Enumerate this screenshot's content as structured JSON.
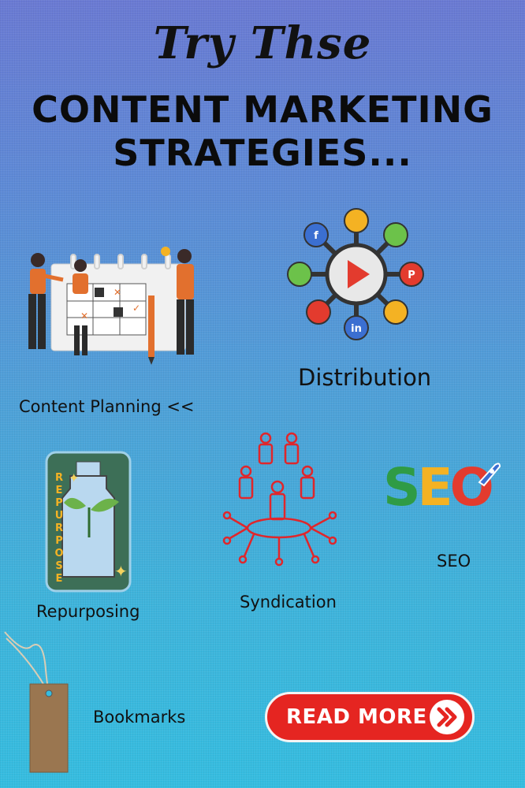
{
  "header": {
    "script_title": "Try Thse",
    "main_title_line1": "CONTENT MARKETING",
    "main_title_line2": "STRATEGIES..."
  },
  "items": {
    "content_planning": "Content Planning <<",
    "distribution": "Distribution",
    "repurposing": "Repurposing",
    "repurpose_badge": "REPURPOSE",
    "syndication": "Syndication",
    "seo": "SEO",
    "seo_logo": {
      "s": "S",
      "e": "E",
      "o": "O"
    },
    "bookmarks": "Bookmarks"
  },
  "cta": {
    "label": "READ MORE"
  },
  "colors": {
    "cta_red": "#e52521",
    "seo_s": "#2f9b45",
    "seo_e": "#f4b223",
    "seo_o": "#e33b2e",
    "syndication_red": "#e0262b",
    "repurpose_green": "#3d6f57"
  }
}
